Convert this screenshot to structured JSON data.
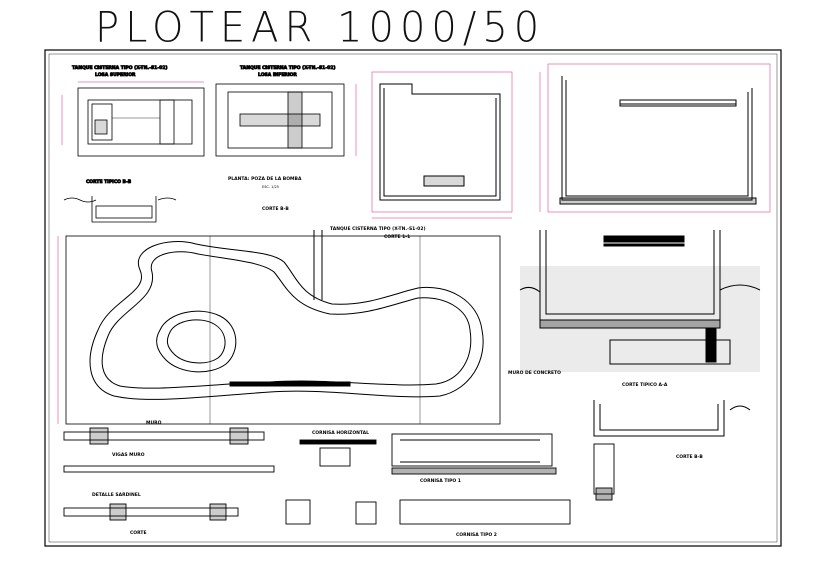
{
  "sheet": {
    "title": "PLOTEAR 1000/50"
  },
  "colors": {
    "line": "#000000",
    "dimension": "#e0207a",
    "background": "#ffffff"
  },
  "labels": {
    "tank_plan_top": "TANQUE CISTERNA TIPO (X-TN.-S1-02)",
    "tank_slab_top": "LOSA SUPERIOR",
    "tank_plan_bottom": "TANQUE CISTERNA TIPO (X-TN.-S1-02)",
    "tank_slab_bottom": "LOSA INFERIOR",
    "section_bb": "CORTE TIPICO B-B",
    "plan_foundation": "PLANTA: POZA DE LA BOMBA",
    "scale_foundation": "ESC. 1/25",
    "section_aa_small": "CORTE B-B",
    "tank_section_main": "TANQUE CISTERNA TIPO (X-TN.-S1-02)",
    "corte_11": "CORTE 1-1",
    "muro_concreto": "MURO DE CONCRETO",
    "corte_tipico_aa": "CORTE TIPICO A-A",
    "corte_bb": "CORTE B-B",
    "cornisa_horizontal": "CORNISA HORIZONTAL",
    "cornisa_tipo": "CORNISA TIPO 1",
    "vigas_muro": "VIGAS MURO",
    "cornisa_tipo2": "CORNISA TIPO 2",
    "detalle_sardinel": "DETALLE SARDINEL",
    "muro_label": "MURO",
    "corte_label": "CORTE"
  }
}
